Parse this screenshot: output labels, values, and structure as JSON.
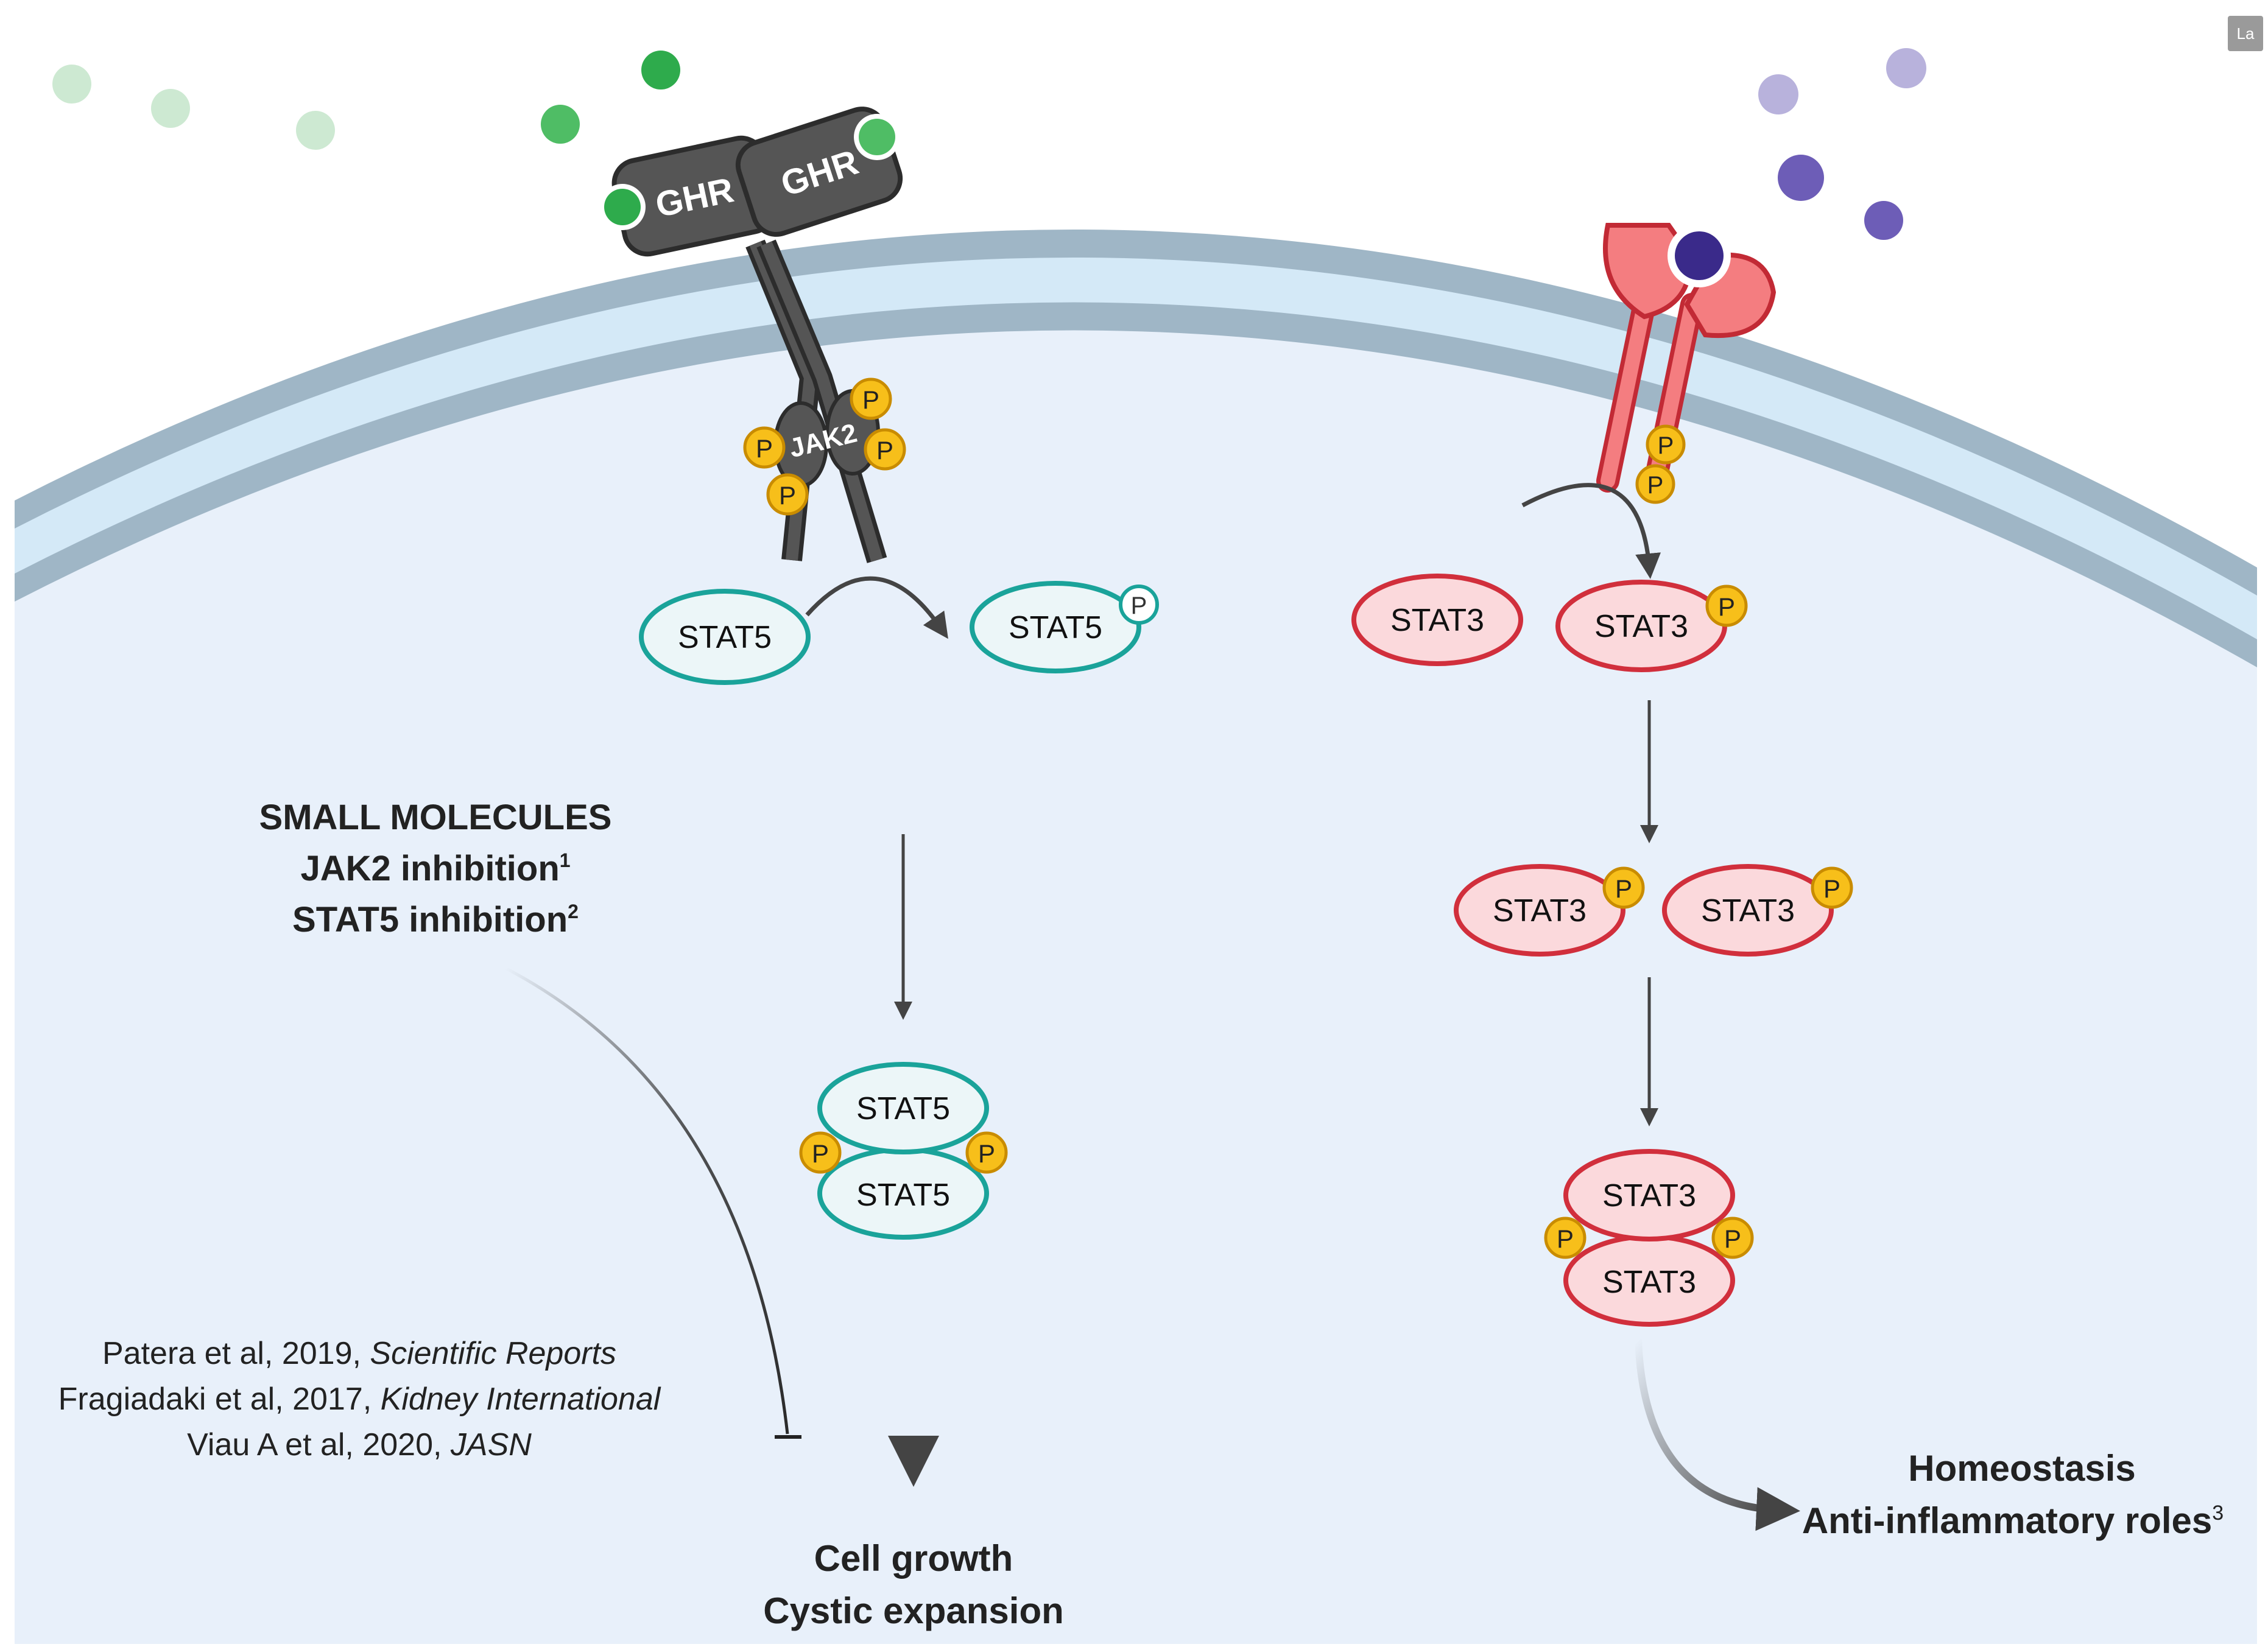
{
  "corner_tag": "La",
  "left_pathway": {
    "receptor_labels": [
      "GHR",
      "GHR"
    ],
    "kinase_label": "JAK2",
    "phospho_label": "P",
    "stat_inactive": "STAT5",
    "stat_active": "STAT5",
    "dimer_top": "STAT5",
    "dimer_bottom": "STAT5",
    "intervention": {
      "heading": "SMALL MOLECULES",
      "line1": "JAK2 inhibition",
      "line1_sup": "1",
      "line2": "STAT5 inhibition",
      "line2_sup": "2"
    },
    "references": [
      {
        "text": "Patera et al, 2019, ",
        "journal": "Scientific Reports"
      },
      {
        "text": "Fragiadaki et al, 2017, ",
        "journal": "Kidney International"
      },
      {
        "text": "Viau A et al, 2020, ",
        "journal": "JASN"
      }
    ],
    "outcome": [
      "Cell growth",
      "Cystic expansion"
    ]
  },
  "right_pathway": {
    "phospho_label": "P",
    "stat_inactive": "STAT3",
    "stat_active": "STAT3",
    "monomer_left": "STAT3",
    "monomer_right": "STAT3",
    "dimer_top": "STAT3",
    "dimer_bottom": "STAT3",
    "outcome": [
      "Homeostasis",
      "Anti-inflammatory roles"
    ],
    "outcome_sup": "3"
  },
  "colors": {
    "cytoplasm": "#e8f0fa",
    "membrane": "#9fb6c6",
    "membrane_inner": "#d4e9f7",
    "stat5_stroke": "#1aa39a",
    "stat5_fill": "#ecf6f8",
    "stat3_stroke": "#d12f3c",
    "stat3_fill": "#fbd9dc",
    "receptor_dark": "#5a5a5a",
    "receptor_red": "#f47d80",
    "phospho": "#f7bf1a",
    "gh_ligand": "#2eab4c",
    "il_ligand": "#5a4aa8"
  }
}
